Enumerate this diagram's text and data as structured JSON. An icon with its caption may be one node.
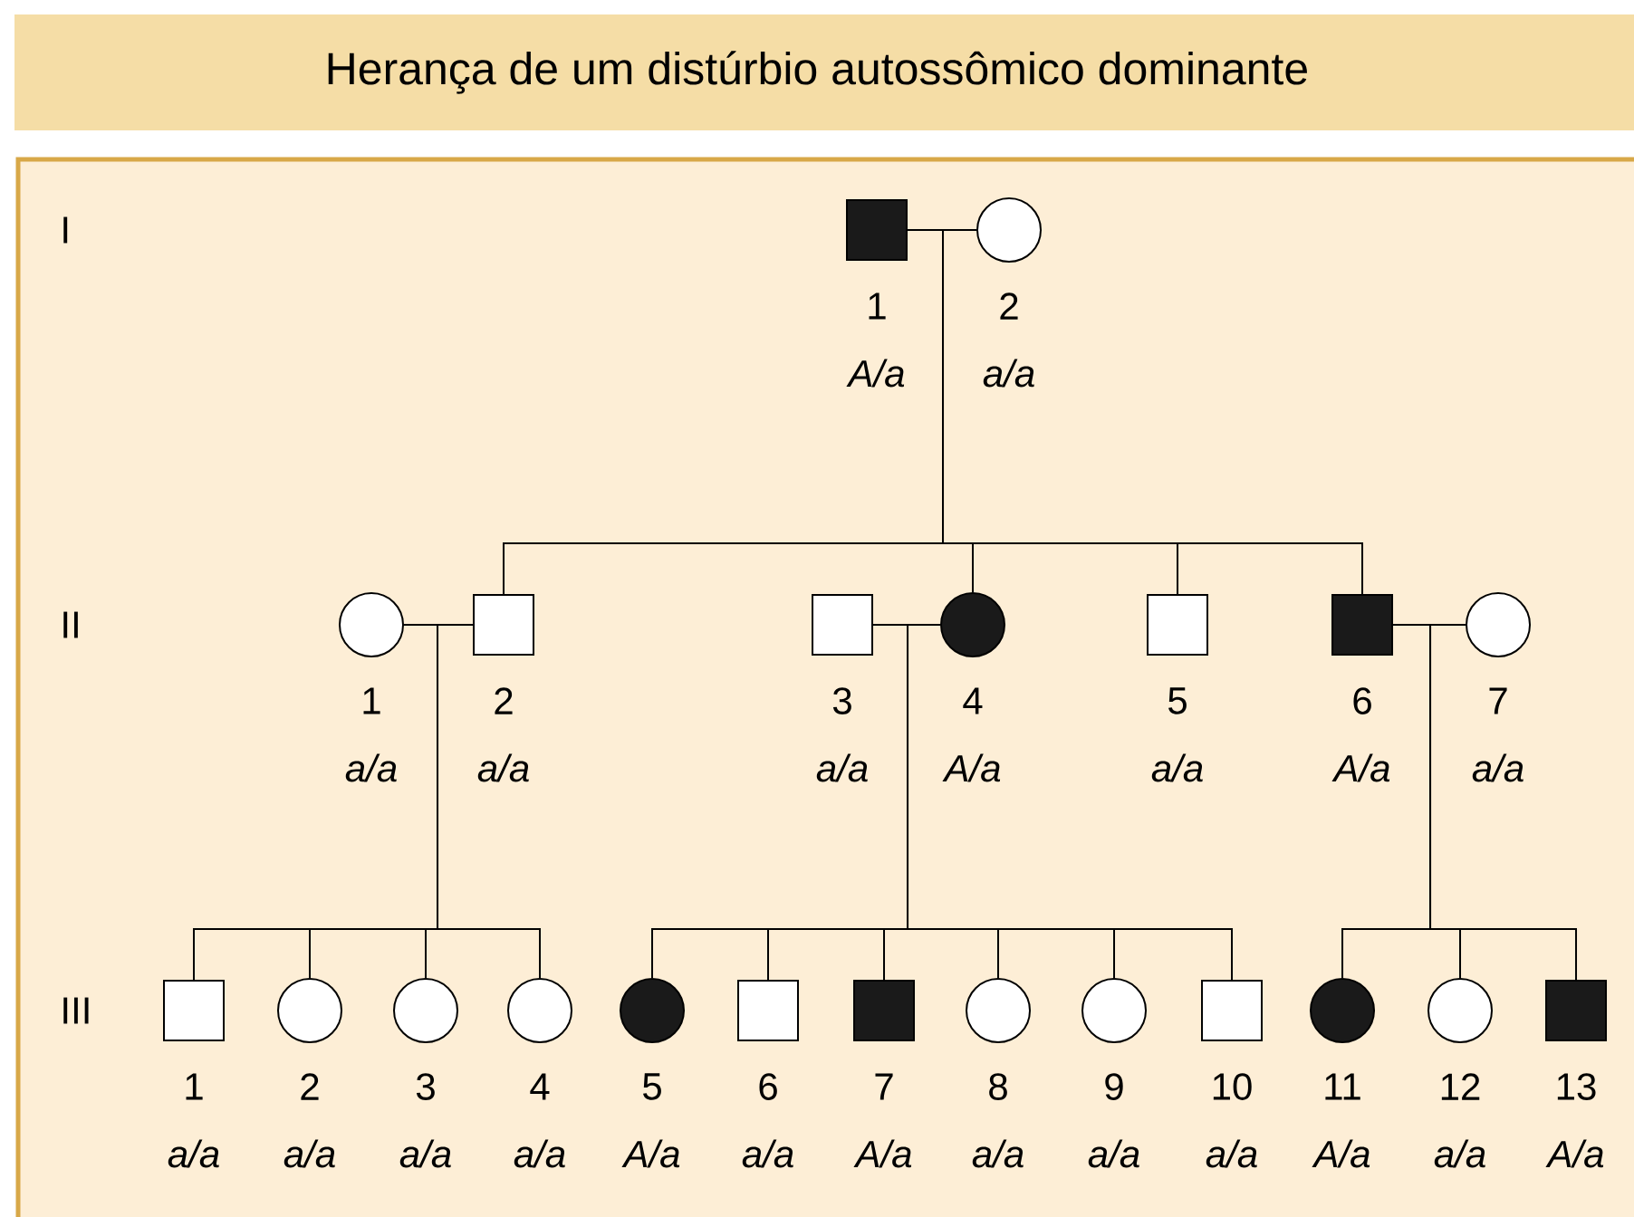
{
  "diagram": {
    "title": "Herança de um distúrbio autossômico dominante",
    "nodes": [
      {
        "text": [],
        "shape": "filled-square",
        "beside": [
          "1",
          "A/a"
        ]
      },
      {
        "text": [],
        "shape": "circle",
        "beside": [
          "2",
          "a/a"
        ]
      },
      {
        "text": [],
        "shape": "circle",
        "beside": [
          "1",
          "a/a"
        ]
      },
      {
        "text": [],
        "shape": "square",
        "beside": [
          "2",
          "a/a"
        ]
      },
      {
        "text": [],
        "shape": "square",
        "beside": [
          "3",
          "a/a"
        ]
      },
      {
        "text": [],
        "shape": "filled-circle",
        "beside": [
          "4",
          "A/a"
        ]
      },
      {
        "text": [],
        "shape": "square",
        "beside": [
          "5",
          "a/a"
        ]
      },
      {
        "text": [],
        "shape": "filled-square",
        "beside": [
          "6",
          "A/a"
        ]
      },
      {
        "text": [],
        "shape": "circle",
        "beside": [
          "7",
          "a/a"
        ]
      },
      {
        "text": [],
        "shape": "square",
        "beside": [
          "1",
          "a/a"
        ]
      },
      {
        "text": [],
        "shape": "circle",
        "beside": [
          "2",
          "a/a"
        ]
      },
      {
        "text": [],
        "shape": "circle",
        "beside": [
          "3",
          "a/a"
        ]
      },
      {
        "text": [],
        "shape": "circle",
        "beside": [
          "4",
          "a/a"
        ]
      },
      {
        "text": [],
        "shape": "filled-circle",
        "beside": [
          "5",
          "A/a"
        ]
      },
      {
        "text": [],
        "shape": "square",
        "beside": [
          "6",
          "a/a"
        ]
      },
      {
        "text": [],
        "shape": "filled-square",
        "beside": [
          "7",
          "A/a"
        ]
      },
      {
        "text": [],
        "shape": "circle",
        "beside": [
          "8",
          "a/a"
        ]
      },
      {
        "text": [],
        "shape": "circle",
        "beside": [
          "9",
          "a/a"
        ]
      },
      {
        "text": [],
        "shape": "square",
        "beside": [
          "10",
          "a/a"
        ]
      },
      {
        "text": [],
        "shape": "filled-circle",
        "beside": [
          "11",
          "A/a"
        ]
      },
      {
        "text": [],
        "shape": "circle",
        "beside": [
          "12",
          "a/a"
        ]
      },
      {
        "text": [],
        "shape": "filled-square",
        "beside": [
          "13",
          "A/a"
        ]
      }
    ],
    "edges": [
      {
        "from": 0,
        "to": 1,
        "arrow": "none"
      },
      {
        "from": 0,
        "to": 3,
        "arrow": "none"
      },
      {
        "from": 0,
        "to": 5,
        "arrow": "none"
      },
      {
        "from": 0,
        "to": 6,
        "arrow": "none"
      },
      {
        "from": 0,
        "to": 7,
        "arrow": "none"
      },
      {
        "from": 2,
        "to": 3,
        "arrow": "none"
      },
      {
        "from": 4,
        "to": 5,
        "arrow": "none"
      },
      {
        "from": 7,
        "to": 8,
        "arrow": "none"
      },
      {
        "from": 2,
        "to": 9,
        "arrow": "none"
      },
      {
        "from": 2,
        "to": 10,
        "arrow": "none"
      },
      {
        "from": 2,
        "to": 11,
        "arrow": "none"
      },
      {
        "from": 2,
        "to": 12,
        "arrow": "none"
      },
      {
        "from": 4,
        "to": 13,
        "arrow": "none"
      },
      {
        "from": 4,
        "to": 14,
        "arrow": "none"
      },
      {
        "from": 4,
        "to": 15,
        "arrow": "none"
      },
      {
        "from": 4,
        "to": 16,
        "arrow": "none"
      },
      {
        "from": 4,
        "to": 17,
        "arrow": "none"
      },
      {
        "from": 4,
        "to": 18,
        "arrow": "none"
      },
      {
        "from": 7,
        "to": 19,
        "arrow": "none"
      },
      {
        "from": 7,
        "to": 20,
        "arrow": "none"
      },
      {
        "from": 7,
        "to": 21,
        "arrow": "none"
      }
    ],
    "labels": [
      "I",
      "II",
      "III"
    ]
  }
}
